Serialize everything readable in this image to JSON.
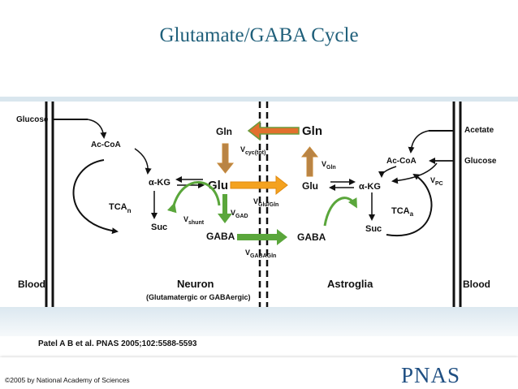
{
  "slide": {
    "title": "Glutamate/GABA Cycle",
    "citation": "Patel A B et al. PNAS 2005;102:5588-5593",
    "copyright": "©2005 by National Academy of Sciences",
    "logo": "PNAS"
  },
  "diagram": {
    "left_labels": {
      "glucose": "Glucose",
      "ac_coa": "Ac-CoA",
      "akg": "α-KG",
      "tca": "TCA",
      "tca_sub": "n",
      "suc": "Suc",
      "blood": "Blood"
    },
    "center_labels": {
      "gln_neuron": "Gln",
      "gln_astro": "Gln",
      "glu_neuron": "Glu",
      "glu_astro": "Glu",
      "gaba_neuron": "GABA",
      "gaba_astro": "GABA",
      "v_cyc": "V",
      "v_cyc_sub": "cyc(tot)",
      "v_gln": "V",
      "v_gln_sub": "Gln",
      "v_gluglnn": "V",
      "v_gluglnn_sub": "Glu/Gln",
      "v_gad": "V",
      "v_gad_sub": "GAD",
      "v_shunt": "V",
      "v_shunt_sub": "shunt",
      "v_gabagln": "V",
      "v_gabagln_sub": "GABAGln"
    },
    "right_labels": {
      "acetate": "Acetate",
      "glucose": "Glucose",
      "ac_coa": "Ac-CoA",
      "v_pc": "V",
      "v_pc_sub": "PC",
      "akg": "α-KG",
      "tca": "TCA",
      "tca_sub": "a",
      "suc": "Suc",
      "blood": "Blood"
    },
    "compartments": {
      "neuron": "Neuron",
      "neuron_sub": "(Glutamatergic or GABAergic)",
      "astroglia": "Astroglia"
    },
    "colors": {
      "orange": "#f4a21f",
      "green": "#5aa63b",
      "brown": "#b98445",
      "gln_arrow_fill": "#e2702d",
      "gln_arrow_outline": "#6c9b3c"
    }
  }
}
